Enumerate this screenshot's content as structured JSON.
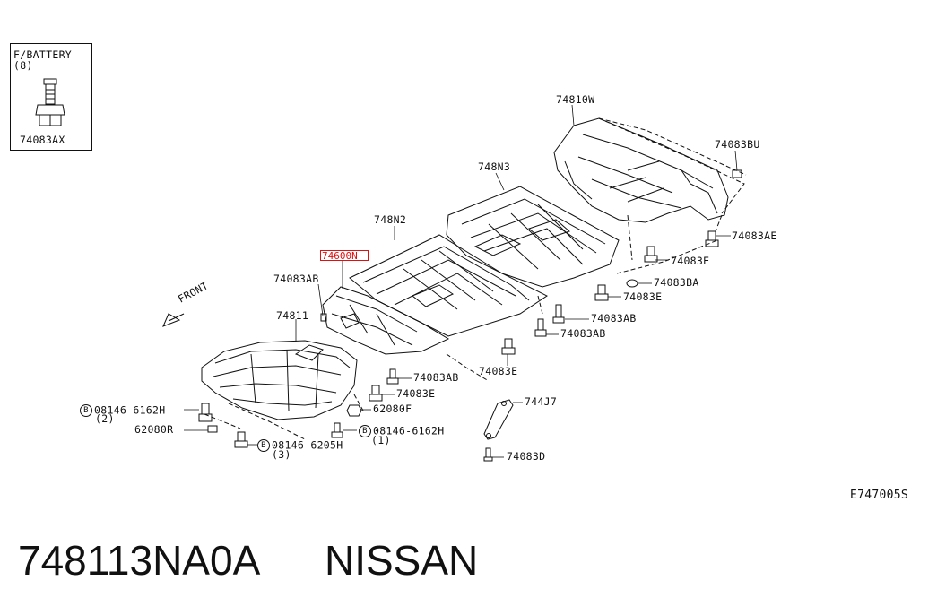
{
  "inset": {
    "title": "F/BATTERY",
    "qty": "(8)",
    "part": "74083AX"
  },
  "highlight_part": "74600N",
  "direction": "FRONT",
  "labels": {
    "p74810W": "74810W",
    "p74083BU": "74083BU",
    "p748N3": "748N3",
    "p748N2": "748N2",
    "p74083AE": "74083AE",
    "p74083E_a": "74083E",
    "p74083BA": "74083BA",
    "p74083E_b": "74083E",
    "p74083AB_top": "74083AB",
    "p74083AB_r": "74083AB",
    "p74083AB_r2": "74083AB",
    "p74811": "74811",
    "p74083E_c": "74083E",
    "p74083AB_c": "74083AB",
    "p74083E_d": "74083E",
    "p62080F": "62080F",
    "p744J7": "744J7",
    "p08146_6162H_l": "08146-6162H",
    "qty2": "(2)",
    "p62080R": "62080R",
    "p08146_6162H_r": "08146-6162H",
    "qty1": "(1)",
    "p08146_6205H": "08146-6205H",
    "qty3": "(3)",
    "p74083D": "74083D",
    "bolt_prefix": "B"
  },
  "diagram_code": "E747005S",
  "footer": {
    "part_number": "748113NA0A",
    "brand": "NISSAN"
  }
}
